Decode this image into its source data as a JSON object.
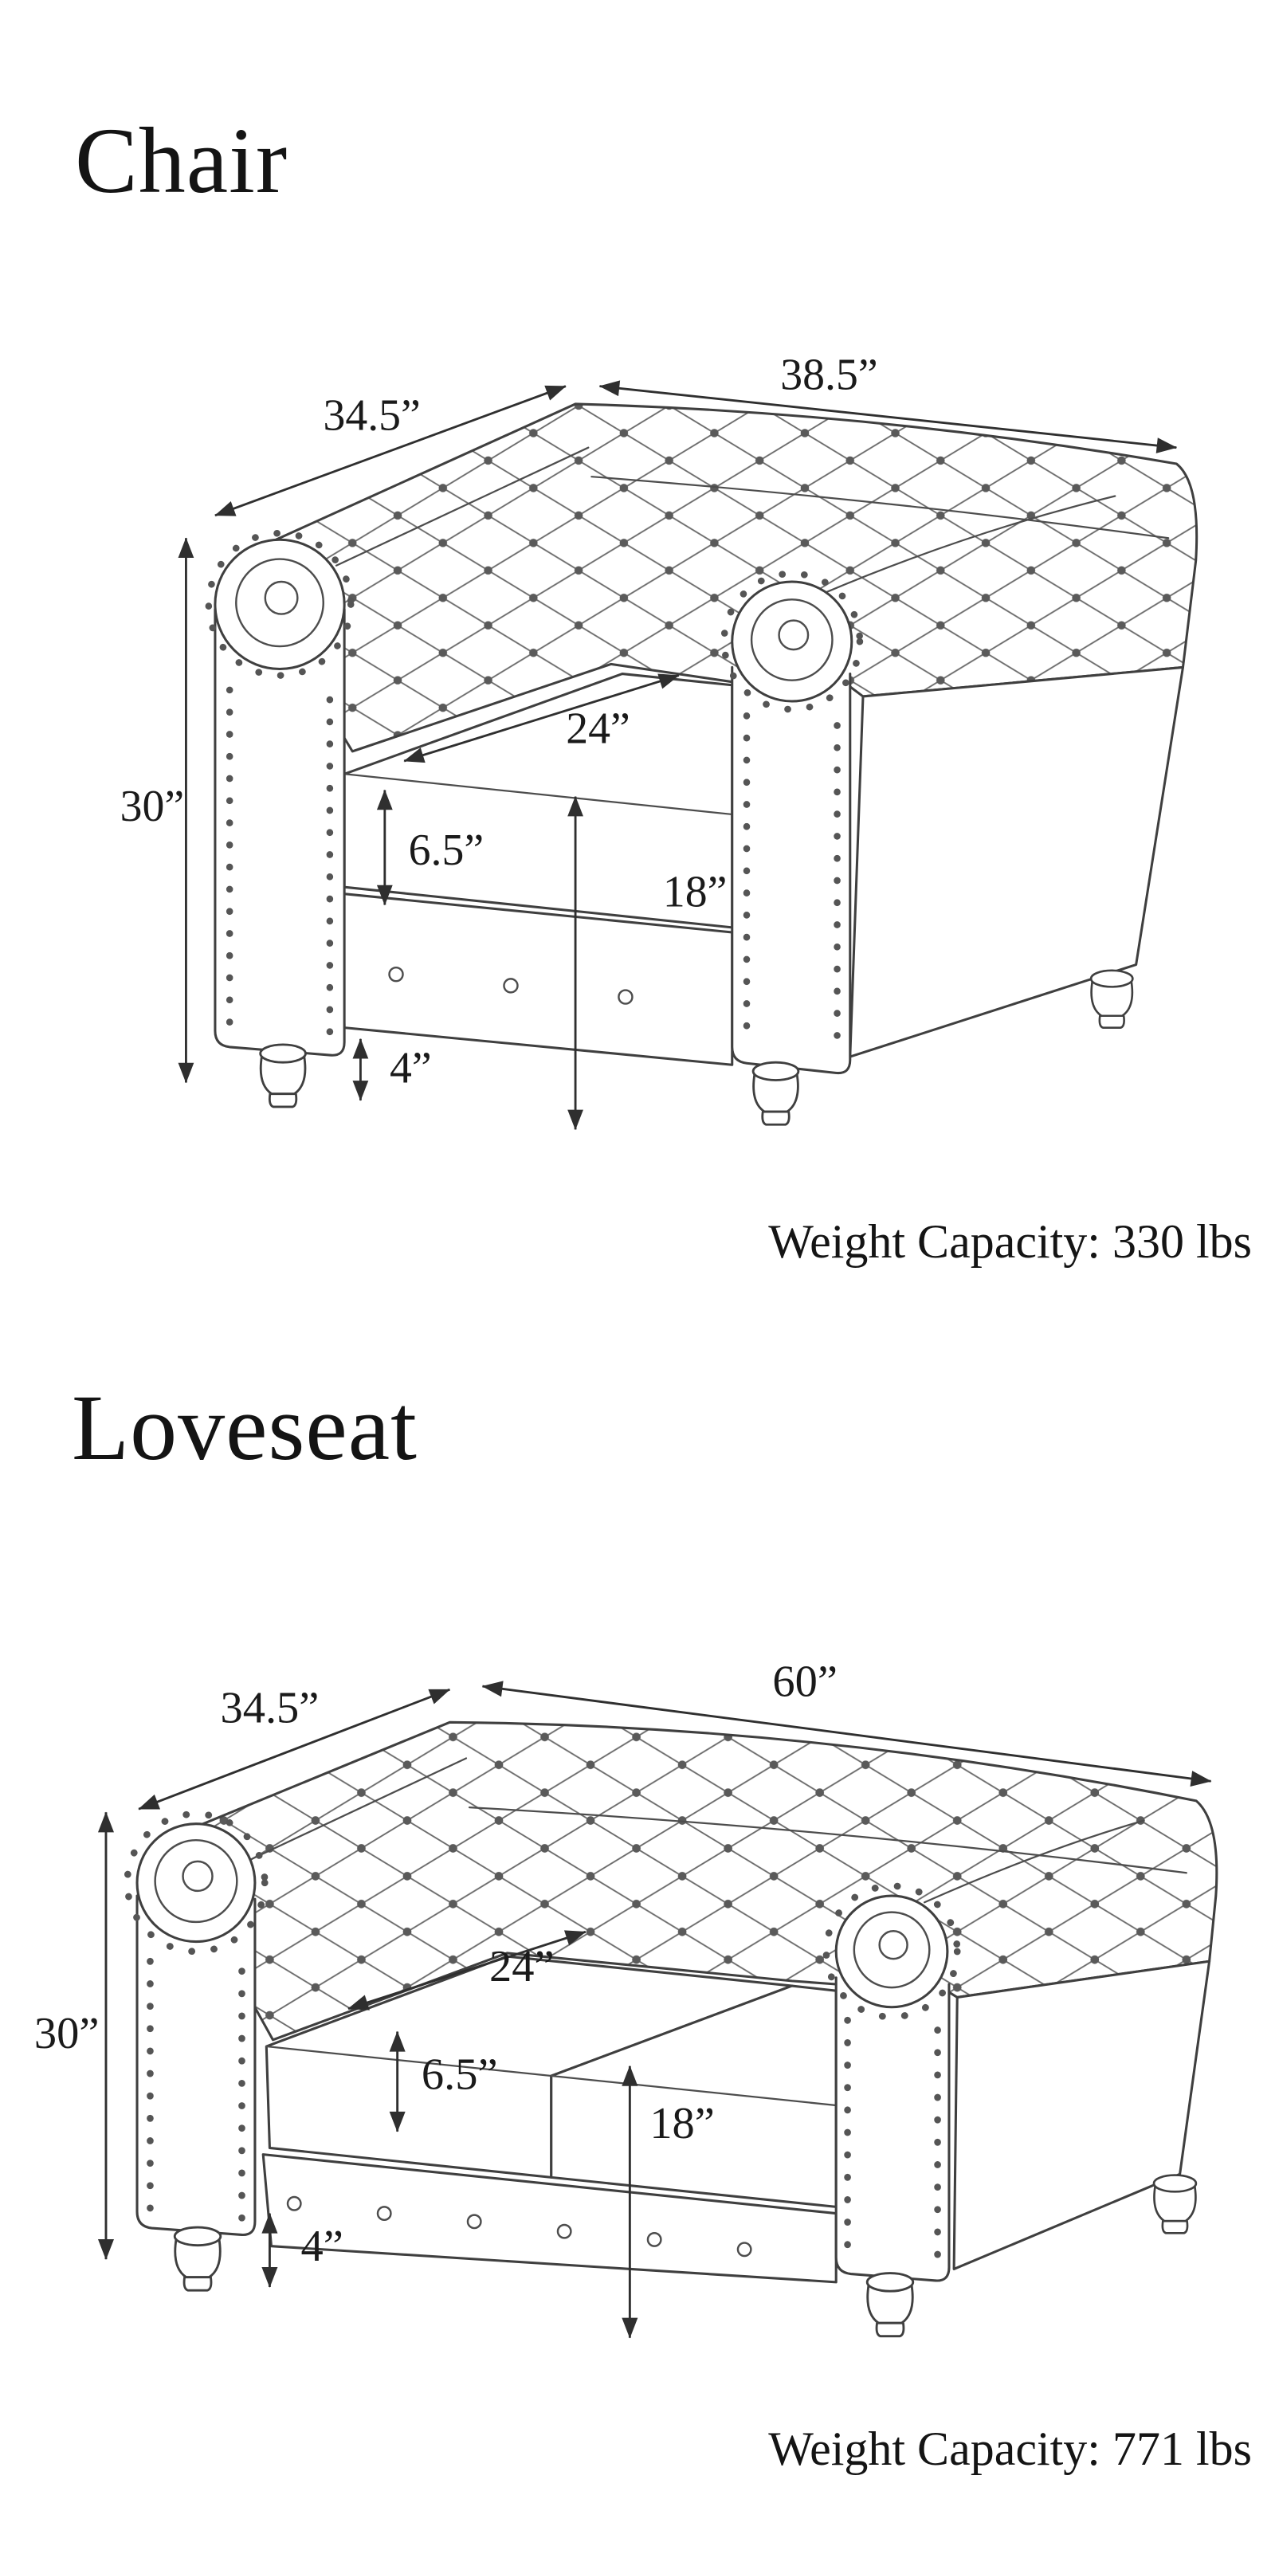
{
  "page": {
    "background": "#ffffff",
    "text_color": "#141414",
    "line_color": "#3f3f3f",
    "arrow_color": "#2f2f2f"
  },
  "chair": {
    "title": "Chair",
    "weight_capacity": "Weight Capacity: 330 lbs",
    "dimensions": {
      "depth": "34.5”",
      "width": "38.5”",
      "height": "30”",
      "seat_depth": "24”",
      "cushion_thickness": "6.5”",
      "seat_height": "18”",
      "leg_height": "4”"
    }
  },
  "loveseat": {
    "title": "Loveseat",
    "weight_capacity": "Weight Capacity: 771 lbs",
    "dimensions": {
      "depth": "34.5”",
      "width": "60”",
      "height": "30”",
      "seat_depth": "24”",
      "cushion_thickness": "6.5”",
      "seat_height": "18”",
      "leg_height": "4”"
    }
  }
}
